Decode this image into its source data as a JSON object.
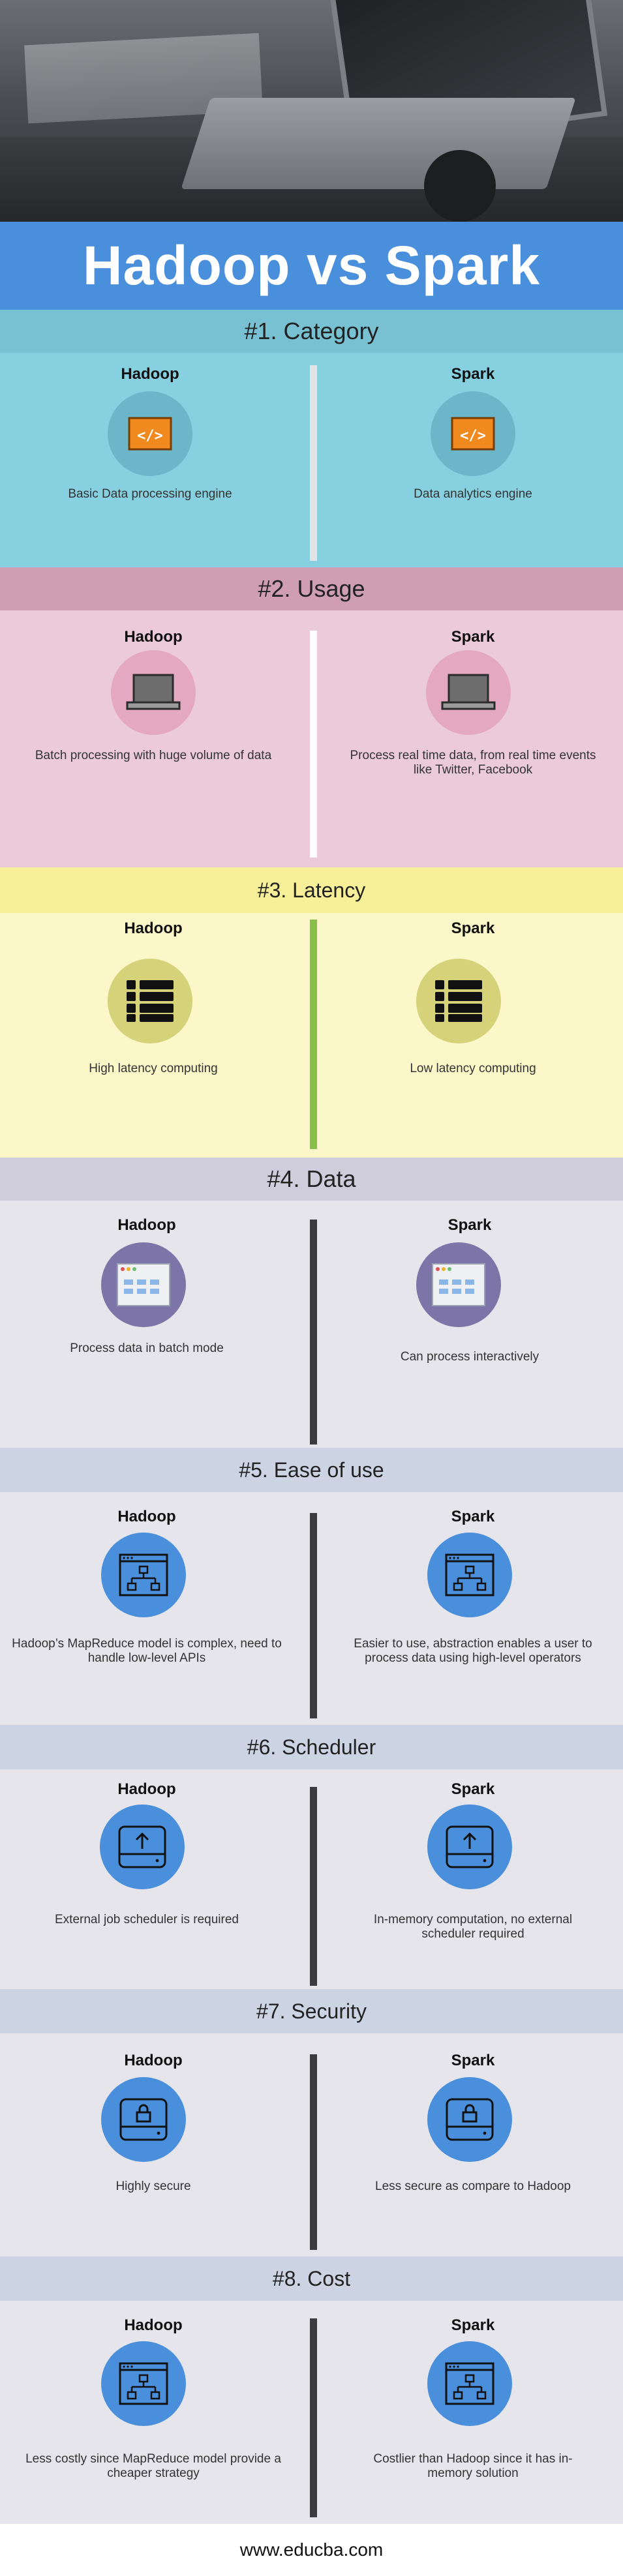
{
  "title": "Hadoop vs Spark",
  "footer": "www.educba.com",
  "colors": {
    "title_bar": "#4a8fdc"
  },
  "sections": [
    {
      "heading": "#1. Category",
      "left_name": "Hadoop",
      "left_desc": "Basic Data processing engine",
      "right_name": "Spark",
      "right_desc": "Data analytics engine",
      "icon": "code-icon"
    },
    {
      "heading": "#2. Usage",
      "left_name": "Hadoop",
      "left_desc": "Batch processing with huge volume of data",
      "right_name": "Spark",
      "right_desc": "Process real time data, from real time events\nlike Twitter, Facebook",
      "icon": "laptop-icon"
    },
    {
      "heading": "#3. Latency",
      "left_name": "Hadoop",
      "left_desc": "High latency computing",
      "right_name": "Spark",
      "right_desc": "Low latency computing",
      "icon": "list-icon"
    },
    {
      "heading": "#4. Data",
      "left_name": "Hadoop",
      "left_desc": "Process data in batch mode",
      "right_name": "Spark",
      "right_desc": "Can process interactively",
      "icon": "browser-window-icon"
    },
    {
      "heading": "#5. Ease of use",
      "left_name": "Hadoop",
      "left_desc": "Hadoop’s MapReduce model is complex, need to\nhandle low-level APIs",
      "right_name": "Spark",
      "right_desc": "Easier to use, abstraction enables a user to\nprocess data using high-level operators",
      "icon": "sitemap-icon"
    },
    {
      "heading": "#6. Scheduler",
      "left_name": "Hadoop",
      "left_desc": "External job scheduler is required",
      "right_name": "Spark",
      "right_desc": "In-memory computation, no external\nscheduler required",
      "icon": "upload-drive-icon"
    },
    {
      "heading": "#7. Security",
      "left_name": "Hadoop",
      "left_desc": "Highly secure",
      "right_name": "Spark",
      "right_desc": "Less secure as compare to Hadoop",
      "icon": "lock-drive-icon"
    },
    {
      "heading": "#8. Cost",
      "left_name": "Hadoop",
      "left_desc": "Less costly since MapReduce model provide a\ncheaper strategy",
      "right_name": "Spark",
      "right_desc": "Costlier than Hadoop since it has in-\nmemory solution",
      "icon": "sitemap-icon"
    }
  ]
}
